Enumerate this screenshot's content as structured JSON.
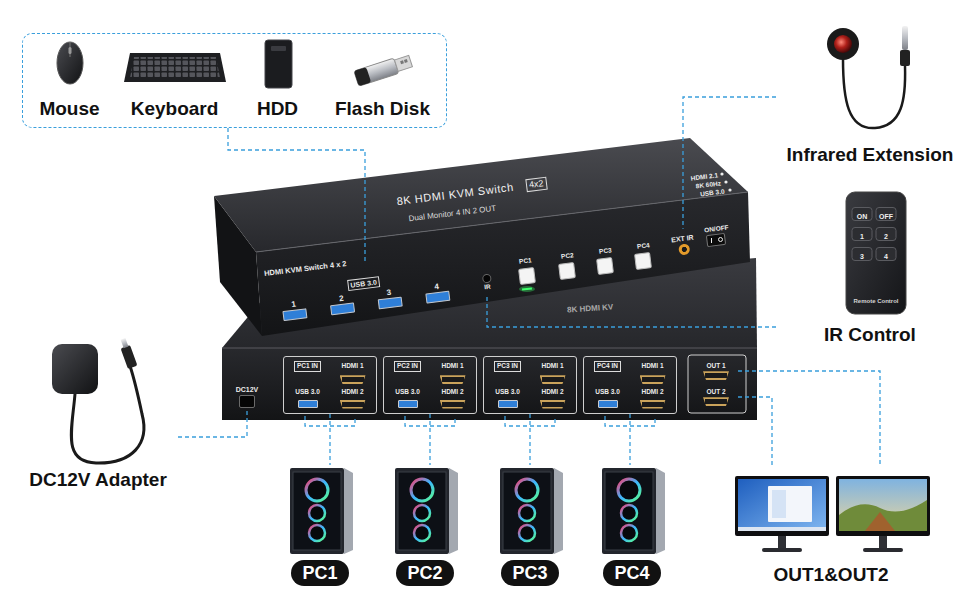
{
  "diagram": {
    "nodes": [
      {
        "text": [
          "Mouse",
          "Keyboard",
          "HDD",
          "Flash Disk"
        ]
      },
      {
        "text": [
          "Infrared Extension"
        ]
      },
      {
        "text": [
          "USB 3.0",
          "1",
          "2",
          "3",
          "4"
        ]
      },
      {
        "text": [
          "IR"
        ]
      },
      {
        "text": [
          "EXT IR"
        ]
      },
      {
        "text": [
          "IR Control"
        ]
      },
      {
        "text": [
          "DC12V"
        ]
      },
      {
        "text": [
          "PC1 IN",
          "HDMI 1",
          "USB 3.0",
          "HDMI 2"
        ]
      },
      {
        "text": [
          "PC2 IN",
          "HDMI 1",
          "USB 3.0",
          "HDMI 2"
        ]
      },
      {
        "text": [
          "PC3 IN",
          "HDMI 1",
          "USB 3.0",
          "HDMI 2"
        ]
      },
      {
        "text": [
          "PC4 IN",
          "HDMI 1",
          "USB 3.0",
          "HDMI 2"
        ]
      },
      {
        "text": [
          "OUT 1"
        ]
      },
      {
        "text": [
          "OUT 2"
        ]
      },
      {
        "text": [
          "DC12V Adapter"
        ]
      },
      {
        "text": [
          "PC1"
        ]
      },
      {
        "text": [
          "PC2"
        ]
      },
      {
        "text": [
          "PC3"
        ]
      },
      {
        "text": [
          "PC4"
        ]
      },
      {
        "text": [
          "OUT1&OUT2"
        ]
      }
    ],
    "edges": [
      {
        "from": 0,
        "to": 2,
        "arrow": "none"
      },
      {
        "from": 1,
        "to": 4,
        "arrow": "none"
      },
      {
        "from": 5,
        "to": 3,
        "arrow": "none"
      },
      {
        "from": 13,
        "to": 6,
        "arrow": "none"
      },
      {
        "from": 7,
        "to": 14,
        "arrow": "none"
      },
      {
        "from": 8,
        "to": 15,
        "arrow": "none"
      },
      {
        "from": 9,
        "to": 16,
        "arrow": "none"
      },
      {
        "from": 10,
        "to": 17,
        "arrow": "none"
      },
      {
        "from": 11,
        "to": 18,
        "arrow": "none"
      },
      {
        "from": 12,
        "to": 18,
        "arrow": "none"
      }
    ],
    "labels": [
      "8K HDMI KVM Switch",
      "4x2",
      "Dual Monitor 4 IN 2 OUT",
      "HDMI 2.1",
      "8K 60Hz",
      "USB 3.0",
      "HDMI KVM Switch 4 x 2",
      "PC1",
      "PC2",
      "PC3",
      "PC4",
      "ON/OFF",
      "8K HDMI KV",
      "ON",
      "OFF",
      "1",
      "2",
      "3",
      "4",
      "Remote Control"
    ]
  }
}
